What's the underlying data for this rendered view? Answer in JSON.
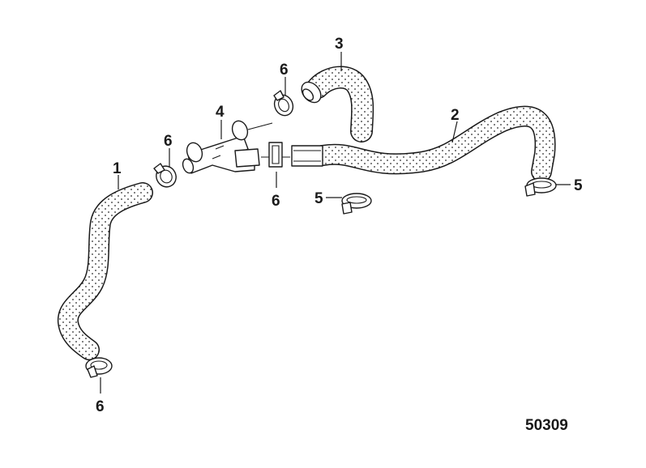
{
  "diagram": {
    "figure_id": "50309",
    "callouts": {
      "hose_1": "1",
      "hose_2": "2",
      "hose_3": "3",
      "fitting_4": "4",
      "clamp_5_center": "5",
      "clamp_5_right": "5",
      "clamp_6_top": "6",
      "clamp_6_mid": "6",
      "clamp_6_connector": "6",
      "clamp_6_bottom": "6"
    },
    "colors": {
      "line": "#1a1a1a",
      "background": "#ffffff",
      "stipple": "#2a2a2a"
    }
  }
}
